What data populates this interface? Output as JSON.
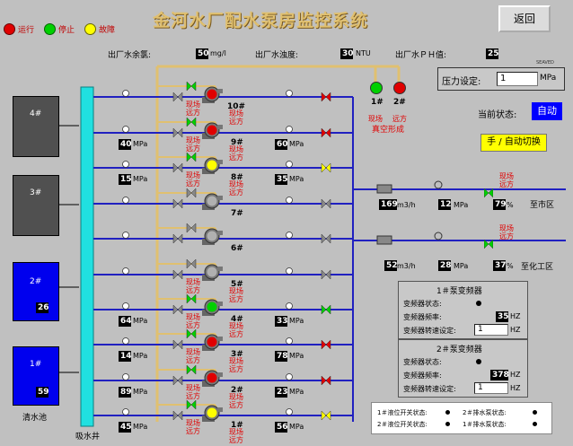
{
  "title": "金河水厂配水泵房监控系统",
  "back_button": "返回",
  "legend": [
    {
      "label": "运行",
      "color": "#e00000"
    },
    {
      "label": "停止",
      "color": "#00d000"
    },
    {
      "label": "故障",
      "color": "#ffff00"
    }
  ],
  "readings": {
    "chlorine_label": "出厂水余氯:",
    "chlorine_value": "50",
    "chlorine_unit": "mg/l",
    "turbidity_label": "出厂水浊度:",
    "turbidity_value": "30",
    "turbidity_unit": "NTU",
    "ph_label": "出厂水ＰＨ值:",
    "ph_value": "25"
  },
  "watermark": "SEAVED",
  "pressure": {
    "label": "压力设定:",
    "value": "1",
    "unit": "MPa"
  },
  "mode": {
    "label": "当前状态:",
    "value": "自动",
    "switch_label": "手 / 自动切换"
  },
  "vacuum": {
    "pump1": "1#",
    "pump2": "2#",
    "local_label": "现场",
    "remote_label": "远方",
    "caption": "真空形成"
  },
  "tanks": [
    {
      "name": "4#",
      "value": ""
    },
    {
      "name": "3#",
      "value": ""
    },
    {
      "name": "2#",
      "value": "26"
    },
    {
      "name": "1#",
      "value": "59"
    }
  ],
  "clear_pool_label": "清水池",
  "suction_well_label": "吸水井",
  "pumps": [
    {
      "name": "10#",
      "left_mpa": "",
      "right_mpa": "",
      "status": "running",
      "local": "现场",
      "remote": "远方"
    },
    {
      "name": "9#",
      "left_mpa": "40",
      "right_mpa": "60",
      "status": "running",
      "local": "现场",
      "remote": "远方"
    },
    {
      "name": "8#",
      "left_mpa": "15",
      "right_mpa": "35",
      "status": "fault",
      "local": "现场",
      "remote": "远方"
    },
    {
      "name": "7#",
      "left_mpa": "",
      "right_mpa": "",
      "status": "off",
      "local": "",
      "remote": ""
    },
    {
      "name": "6#",
      "left_mpa": "",
      "right_mpa": "",
      "status": "off",
      "local": "",
      "remote": ""
    },
    {
      "name": "5#",
      "left_mpa": "",
      "right_mpa": "",
      "status": "off",
      "local": "现场",
      "remote": "远方"
    },
    {
      "name": "4#",
      "left_mpa": "64",
      "right_mpa": "33",
      "status": "stopped",
      "local": "现场",
      "remote": "远方"
    },
    {
      "name": "3#",
      "left_mpa": "14",
      "right_mpa": "78",
      "status": "running",
      "local": "现场",
      "remote": "远方"
    },
    {
      "name": "2#",
      "left_mpa": "89",
      "right_mpa": "23",
      "status": "running",
      "local": "现场",
      "remote": "远方"
    },
    {
      "name": "1#",
      "left_mpa": "45",
      "right_mpa": "56",
      "status": "fault",
      "local": "现场",
      "remote": "远方"
    }
  ],
  "mpa_unit": "MPa",
  "outlets": [
    {
      "flow": "169",
      "flow_unit": "m3/h",
      "pressure": "12",
      "pressure_unit": "MPa",
      "percent": "79",
      "percent_unit": "%",
      "dest": "至市区",
      "local": "现场",
      "remote": "远方"
    },
    {
      "flow": "52",
      "flow_unit": "m3/h",
      "pressure": "28",
      "pressure_unit": "MPa",
      "percent": "37",
      "percent_unit": "%",
      "dest": "至化工区",
      "local": "现场",
      "remote": "远方"
    }
  ],
  "vfd": [
    {
      "title": "1＃泵变频器",
      "status_label": "变频器状态:",
      "freq_label": "变频器频率:",
      "freq_value": "35",
      "freq_unit": "HZ",
      "set_label": "变频器转速设定:",
      "set_value": "1",
      "set_unit": "HZ"
    },
    {
      "title": "2＃泵变频器",
      "status_label": "变频器状态:",
      "freq_label": "变频器频率:",
      "freq_value": "378",
      "freq_unit": "HZ",
      "set_label": "变频器转速设定:",
      "set_value": "1",
      "set_unit": "HZ"
    }
  ],
  "switch_states": [
    {
      "label": "1＃液位开关状态:"
    },
    {
      "label": "2＃排水泵状态:"
    },
    {
      "label": "2＃液位开关状态:"
    },
    {
      "label": "1＃排水泵状态:"
    }
  ],
  "colors": {
    "running": "#e00000",
    "stopped": "#00d000",
    "fault": "#ffff00",
    "off": "#c0c0c0",
    "pipe": "#2020c0",
    "header": "#e0c070",
    "well": "#20e0e0",
    "tank_dark": "#505050",
    "tank_blue": "#0000ee"
  }
}
